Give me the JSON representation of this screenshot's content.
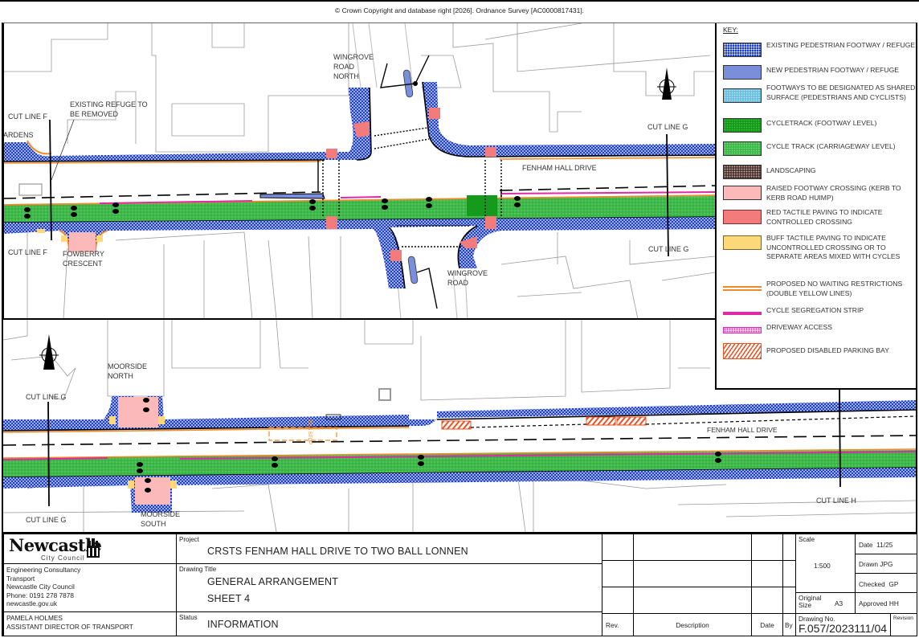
{
  "copyright": "© Crown Copyright and database right [2026]. Ordnance Survey [AC0000817431].",
  "map_top": {
    "labels": [
      {
        "id": "cut-line-f-top",
        "text": "CUT LINE F"
      },
      {
        "id": "existing-refuge",
        "text": "EXISTING REFUGE TO\nBE REMOVED"
      },
      {
        "id": "ardens",
        "text": "ARDENS"
      },
      {
        "id": "cut-line-f-bottom",
        "text": "CUT LINE F"
      },
      {
        "id": "fowberry-crescent",
        "text": "FOWBERRY\nCRESCENT"
      },
      {
        "id": "wingrove-road-north",
        "text": "WINGROVE\nROAD\nNORTH"
      },
      {
        "id": "wingrove-road",
        "text": "WINGROVE\nROAD"
      },
      {
        "id": "fenham-hall-drive",
        "text": "FENHAM HALL DRIVE"
      },
      {
        "id": "cut-line-g-top",
        "text": "CUT LINE G"
      },
      {
        "id": "cut-line-g-bottom",
        "text": "CUT LINE G"
      }
    ]
  },
  "map_bottom": {
    "labels": [
      {
        "id": "cut-line-g-top",
        "text": "CUT LINE G"
      },
      {
        "id": "moorside-north",
        "text": "MOORSIDE\nNORTH"
      },
      {
        "id": "cut-line-g-bottom",
        "text": "CUT LINE G"
      },
      {
        "id": "moorside-south",
        "text": "MOORSIDE\nSOUTH"
      },
      {
        "id": "fenham-hall-drive",
        "text": "FENHAM HALL DRIVE"
      },
      {
        "id": "cut-line-h",
        "text": "CUT LINE H"
      },
      {
        "id": "bus-stop",
        "text": "BUS STOP"
      }
    ]
  },
  "key": {
    "title": "KEY:",
    "items": [
      {
        "id": "existing-footway",
        "label": "EXISTING PEDESTRIAN FOOTWAY / REFUGE",
        "color": "#1d3fc4"
      },
      {
        "id": "new-footway",
        "label": "NEW PEDESTRIAN FOOTWAY / REFUGE",
        "color": "#7a8fdc"
      },
      {
        "id": "shared-surface",
        "label": "FOOTWAYS TO BE DESIGNATED AS SHARED SURFACE (PEDESTRIANS AND CYCLISTS)",
        "color": "#6cc0e0"
      },
      {
        "id": "cycletrack-footway",
        "label": "CYCLETRACK (FOOTWAY LEVEL)",
        "color": "#169a1c"
      },
      {
        "id": "cycletrack-carriageway",
        "label": "CYCLE TRACK (CARRIAGEWAY LEVEL)",
        "color": "#3fb94a"
      },
      {
        "id": "landscaping",
        "label": "LANDSCAPING",
        "color": "#4a3330"
      },
      {
        "id": "raised-crossing",
        "label": "RAISED FOOTWAY CROSSING (KERB TO KERB ROAD HUIMP)",
        "color": "#fbb9b9"
      },
      {
        "id": "red-tactile",
        "label": "RED TACTILE PAVING TO INDICATE CONTROLLED CROSSING",
        "color": "#f37b7b"
      },
      {
        "id": "buff-tactile",
        "label": "BUFF TACTILE PAVING TO INDICATE UNCONTROLLED CROSSING OR TO SEPARATE AREAS MIXED WITH CYCLES",
        "color": "#fbd879"
      },
      {
        "id": "no-waiting",
        "label": "PROPOSED NO WAITING RESTRICTIONS (DOUBLE YELLOW LINES)",
        "color": "#f08a2a"
      },
      {
        "id": "segregation-strip",
        "label": "CYCLE SEGREGATION STRIP",
        "color": "#e02aa5"
      },
      {
        "id": "driveway-access",
        "label": "DRIVEWAY ACCESS",
        "color": "#d32ab0"
      },
      {
        "id": "disabled-bay",
        "label": "PROPOSED DISABLED PARKING BAY",
        "color": "#f05020"
      }
    ]
  },
  "title_block": {
    "logo": {
      "name": "Newcastle",
      "sub": "City Council"
    },
    "org": {
      "lines": [
        "Engineering Consultancy",
        "Transport",
        "Newcastle City Council",
        "Phone: 0191 278 7878",
        "newcastle.gov.uk"
      ]
    },
    "signatory": {
      "name": "PAMELA HOLMES",
      "role": "ASSISTANT DIRECTOR OF TRANSPORT"
    },
    "project": {
      "label": "Project",
      "value": "CRSTS FENHAM HALL DRIVE TO TWO BALL LONNEN"
    },
    "drawing_title": {
      "label": "Drawing Title",
      "line1": "GENERAL ARRANGEMENT",
      "line2": "SHEET 4"
    },
    "status": {
      "label": "Status",
      "value": "INFORMATION"
    },
    "revisions": {
      "headers": {
        "rev": "Rev.",
        "description": "Description",
        "date": "Date",
        "by": "By"
      },
      "rows": []
    },
    "scale": {
      "label": "Scale",
      "value": "1:500"
    },
    "original_size": {
      "label": "Original\nSize",
      "value": "A3"
    },
    "date": {
      "label": "Date",
      "value": "11/25"
    },
    "drawn": {
      "label": "Drawn",
      "value": "JPG"
    },
    "checked": {
      "label": "Checked",
      "value": "GP"
    },
    "approved": {
      "label": "Approved",
      "value": "HH"
    },
    "drawing_no": {
      "label": "Drawing No.",
      "value": "F.057/2023111/04"
    },
    "revision": {
      "label": "Revision",
      "value": ""
    }
  }
}
